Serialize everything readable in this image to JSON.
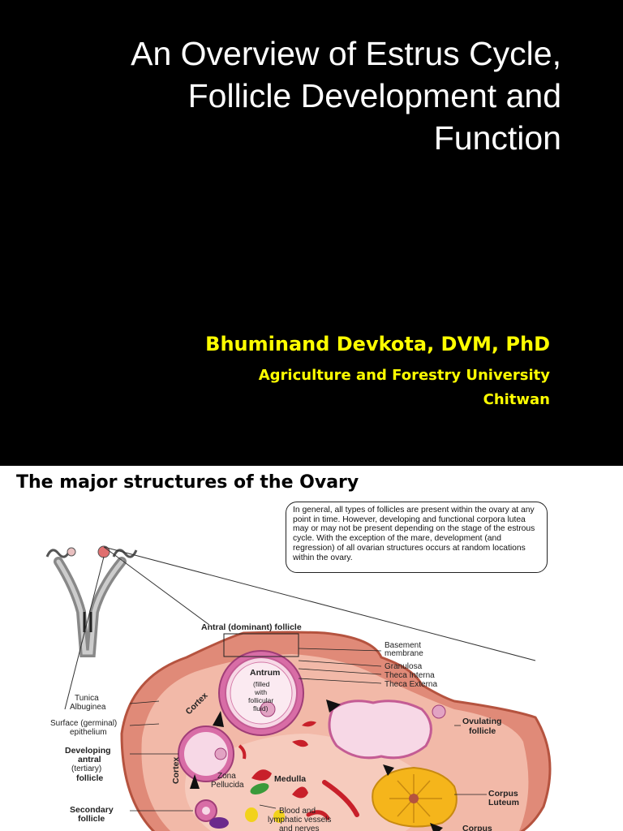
{
  "slide1": {
    "title_lines": [
      "An Overview of Estrus Cycle,",
      "Follicle Development and",
      "Function"
    ],
    "author": "Bhuminand Devkota, DVM, PhD",
    "affiliation": "Agriculture and Forestry University",
    "location": "Chitwan",
    "colors": {
      "background": "#000000",
      "title": "#ffffff",
      "author": "#ffff00"
    }
  },
  "slide2": {
    "title": "The major structures of the Ovary",
    "note": "In general, all types of follicles are present within the ovary at any point in time. However, developing and functional corpora lutea may or may not be present depending on the stage of the estrous cycle. With the exception of the mare, development (and regression) of all ovarian structures occurs at random locations within the ovary.",
    "labels": {
      "antral_follicle": "Antral (dominant) follicle",
      "antrum": "Antrum",
      "antrum_sub1": "(filled",
      "antrum_sub2": "with",
      "antrum_sub3": "follicular",
      "antrum_sub4": "fluid)",
      "basement_membrane_1": "Basement",
      "basement_membrane_2": "membrane",
      "granulosa": "Granulosa",
      "theca_interna": "Theca Interna",
      "theca_externa": "Theca Externa",
      "tunica_albuginea_1": "Tunica",
      "tunica_albuginea_2": "Albuginea",
      "surface_epithelium_1": "Surface (germinal)",
      "surface_epithelium_2": "epithelium",
      "developing_1": "Developing",
      "developing_2": "antral",
      "developing_3": "(tertiary)",
      "developing_4": "follicle",
      "cortex": "Cortex",
      "zona_pellucida_1": "Zona",
      "zona_pellucida_2": "Pellucida",
      "medulla": "Medulla",
      "ovulating_1": "Ovulating",
      "ovulating_2": "follicle",
      "corpus_luteum_1": "Corpus",
      "corpus_luteum_2": "Luteum",
      "corpus_partial": "Corpus",
      "secondary_1": "Secondary",
      "secondary_2": "follicle",
      "blood_1": "Blood and",
      "blood_2": "lymphatic vessels",
      "blood_3": "and nerves"
    }
  }
}
